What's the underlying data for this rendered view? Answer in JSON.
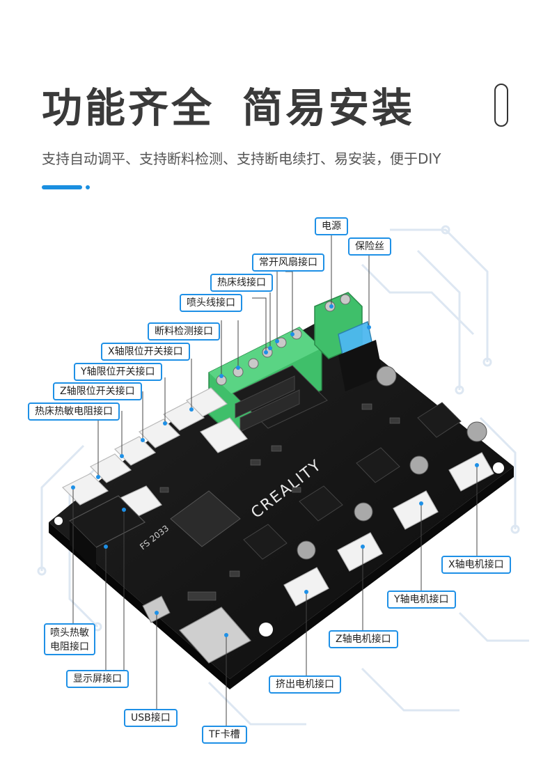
{
  "header": {
    "title_left": "功能齐全",
    "title_right": "简易安装",
    "subtitle": "支持自动调平、支持断料检测、支持断电续打、易安装，便于DIY"
  },
  "board": {
    "brand": "CREALITY",
    "model": "FS 2033"
  },
  "labels": {
    "power": "电源",
    "fuse": "保险丝",
    "fan": "常开风扇接口",
    "bed_line": "热床线接口",
    "nozzle_line": "喷头线接口",
    "filament": "断料检测接口",
    "x_limit": "X轴限位开关接口",
    "y_limit": "Y轴限位开关接口",
    "z_limit": "Z轴限位开关接口",
    "bed_thermistor": "热床热敏电阻接口",
    "nozzle_thermistor": "喷头热敏电阻接口",
    "display": "显示屏接口",
    "usb": "USB接口",
    "tf": "TF卡槽",
    "extruder_motor": "挤出电机接口",
    "z_motor": "Z轴电机接口",
    "y_motor": "Y轴电机接口",
    "x_motor": "X轴电机接口"
  },
  "colors": {
    "accent": "#1e90e6",
    "pcb": "#151515",
    "terminal": "#3fbf6a",
    "connector": "#f2f2f2",
    "fuse": "#4db8f0"
  }
}
